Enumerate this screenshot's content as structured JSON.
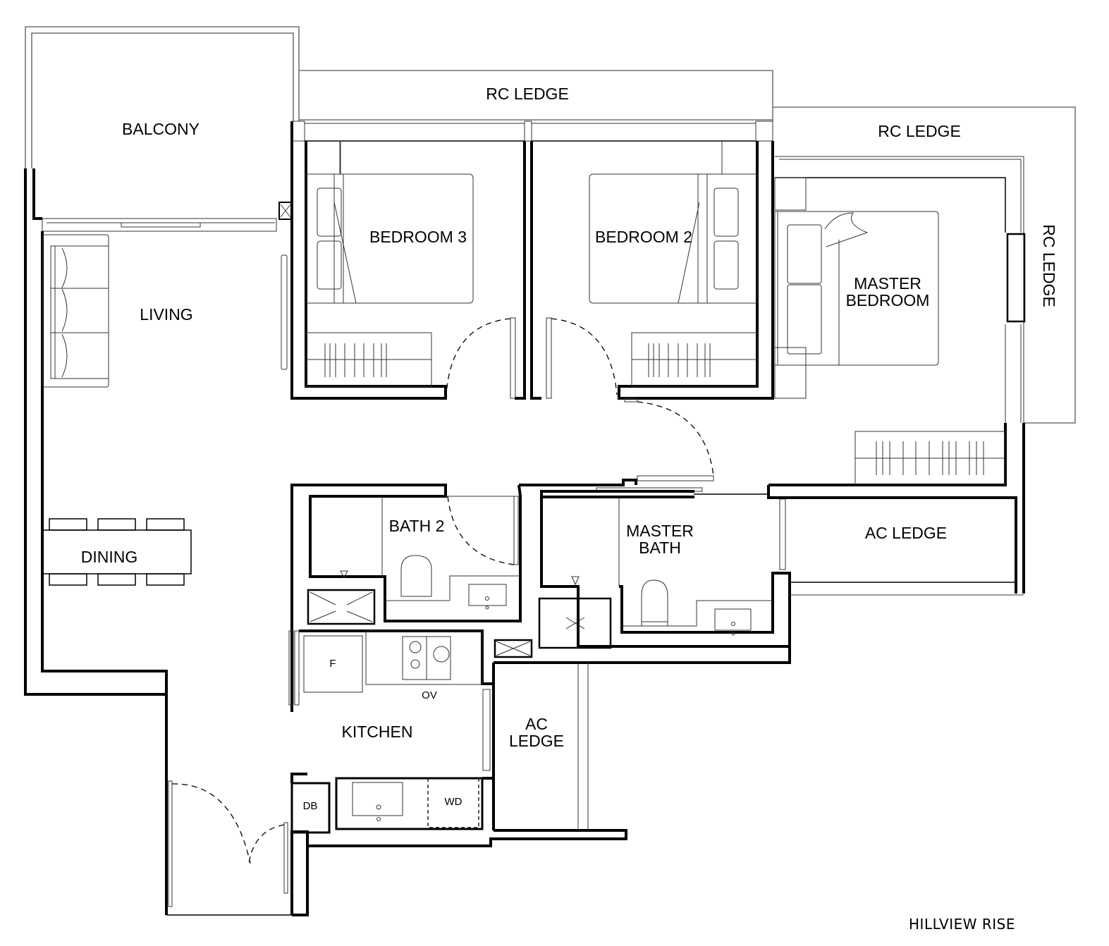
{
  "plan": {
    "project_name": "HILLVIEW RISE",
    "colors": {
      "background": "#ffffff",
      "lines": "#000000"
    },
    "rooms": {
      "balcony": "BALCONY",
      "living": "LIVING",
      "dining": "DINING",
      "bedroom3": "BEDROOM 3",
      "bedroom2": "BEDROOM 2",
      "master_bedroom_line1": "MASTER",
      "master_bedroom_line2": "BEDROOM",
      "bath2": "BATH 2",
      "master_bath_line1": "MASTER",
      "master_bath_line2": "BATH",
      "kitchen": "KITCHEN",
      "rc_ledge_top": "RC LEDGE",
      "rc_ledge_right_top": "RC LEDGE",
      "rc_ledge_right_side": "RC LEDGE",
      "ac_ledge_right": "AC LEDGE",
      "ac_ledge_bottom_line1": "AC",
      "ac_ledge_bottom_line2": "LEDGE"
    },
    "fixtures": {
      "fridge": "F",
      "oven": "OV",
      "distribution_board": "DB",
      "washer_dryer": "WD"
    }
  }
}
